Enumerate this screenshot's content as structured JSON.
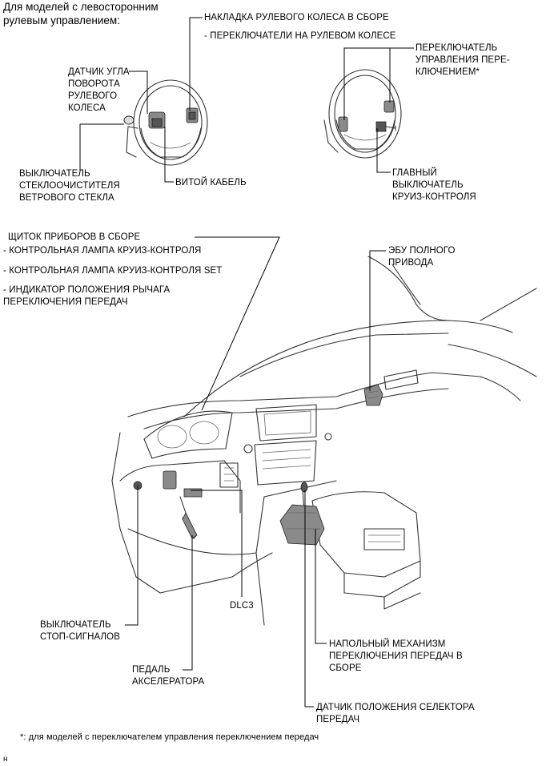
{
  "header": {
    "text": "Для моделей с левосторонним\nрулевым управлением:"
  },
  "labels": {
    "steering_pad": "НАКЛАДКА РУЛЕВОГО КОЛЕСА В СБОРЕ",
    "steering_switches": "- ПЕРЕКЛЮЧАТЕЛИ НА РУЛЕВОМ КОЛЕСЕ",
    "steering_angle_sensor": "ДАТЧИК УГЛА\nПОВОРОТА\nРУЛЕВОГО\nКОЛЕСА",
    "wiper_switch": "ВЫКЛЮЧАТЕЛЬ\nСТЕКЛООЧИСТИТЕЛЯ\nВЕТРОВОГО СТЕКЛА",
    "spiral_cable": "ВИТОЙ КАБЕЛЬ",
    "shift_paddle_switch": "ПЕРЕКЛЮЧАТЕЛЬ\nУПРАВЛЕНИЯ ПЕРЕ-\nКЛЮЧЕНИЕМ*",
    "cruise_main_switch": "ГЛАВНЫЙ\nВЫКЛЮЧАТЕЛЬ\nКРУИЗ-КОНТРОЛЯ",
    "meter_assembly": "ЩИТОК ПРИБОРОВ В СБОРЕ",
    "cruise_lamp": "- КОНТРОЛЬНАЯ ЛАМПА КРУИЗ-КОНТРОЛЯ",
    "cruise_set_lamp": "- КОНТРОЛЬНАЯ ЛАМПА КРУИЗ-КОНТРОЛЯ SET",
    "shift_indicator": " - ИНДИКАТОР ПОЛОЖЕНИЯ РЫЧАГА\nПЕРЕКЛЮЧЕНИЯ ПЕРЕДАЧ",
    "awd_ecu": "ЭБУ ПОЛНОГО\nПРИВОДА",
    "dlc3": "DLC3",
    "stop_lamp_switch": "ВЫКЛЮЧАТЕЛЬ\nСТОП-СИГНАЛОВ",
    "accel_pedal": "ПЕДАЛЬ\nАКСЕЛЕРАТОРА",
    "floor_shift": "НАПОЛЬНЫЙ МЕХАНИЗМ\nПЕРЕКЛЮЧЕНИЯ ПЕРЕДАЧ В\nСБОРЕ",
    "shift_position_sensor": "ДАТЧИК ПОЛОЖЕНИЯ СЕЛЕКТОРА\nПЕРЕДАЧ"
  },
  "footnote": "*: для моделей с переключателем управления переключением передач",
  "corner_mark": "н"
}
